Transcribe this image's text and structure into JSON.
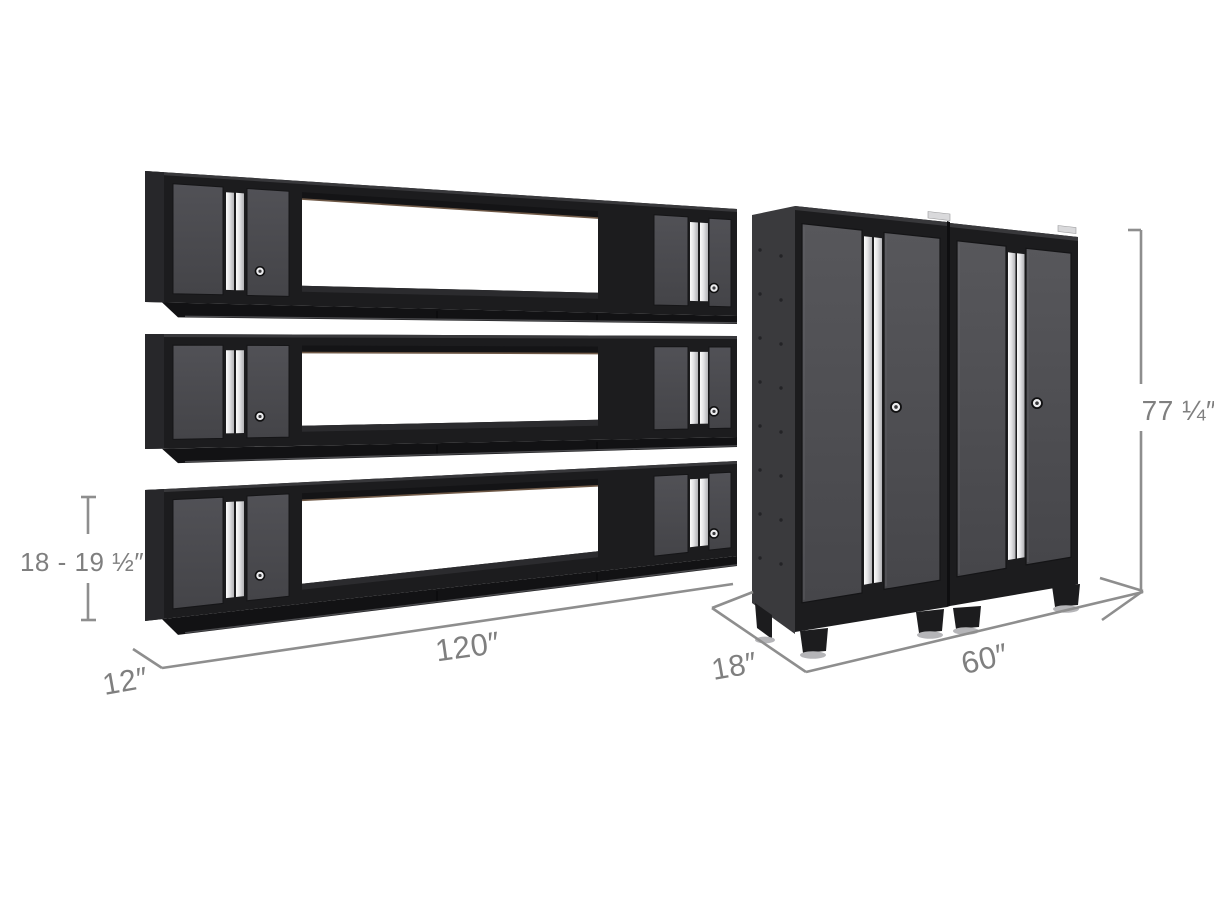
{
  "image": {
    "type": "product-dimension-diagram",
    "background": "#ffffff"
  },
  "annotations": {
    "style": {
      "line_color": "#8e8e8e",
      "text_color": "#7f7f7f"
    },
    "wall_unit": {
      "height_range": "18 - 19 ½″",
      "width": "120″",
      "depth": "12″"
    },
    "locker": {
      "height": "77 ¼″",
      "width": "60″",
      "depth": "18″"
    }
  },
  "objects": {
    "wall_unit_rows": 3,
    "locker_cabinets": 2
  },
  "colors": {
    "frame": "#1c1c1e",
    "frame_highlight": "#38383b",
    "end_panel": "#27272a",
    "valance": "#121214",
    "valance_rim": "#4a4a4d",
    "door_light": "#57575b",
    "door_dark": "#46464a",
    "wall_door_light": "#515156",
    "wall_door_dark": "#444448",
    "handle_light": "#fbfbfb",
    "handle_mid": "#e4e4e6",
    "handle_dark": "#b2b2b5",
    "interior": "#141416",
    "rail_wood": "#6e5846",
    "shelf_edge": "#2b2b2e",
    "badge": "#d9d9db",
    "disc": "#b5b5b8",
    "hole": "#232326",
    "lock_ring": "#0f0f10",
    "lock_face": "#ececee",
    "gap": "#0e0e10",
    "side_panel": "#3a3a3d"
  }
}
